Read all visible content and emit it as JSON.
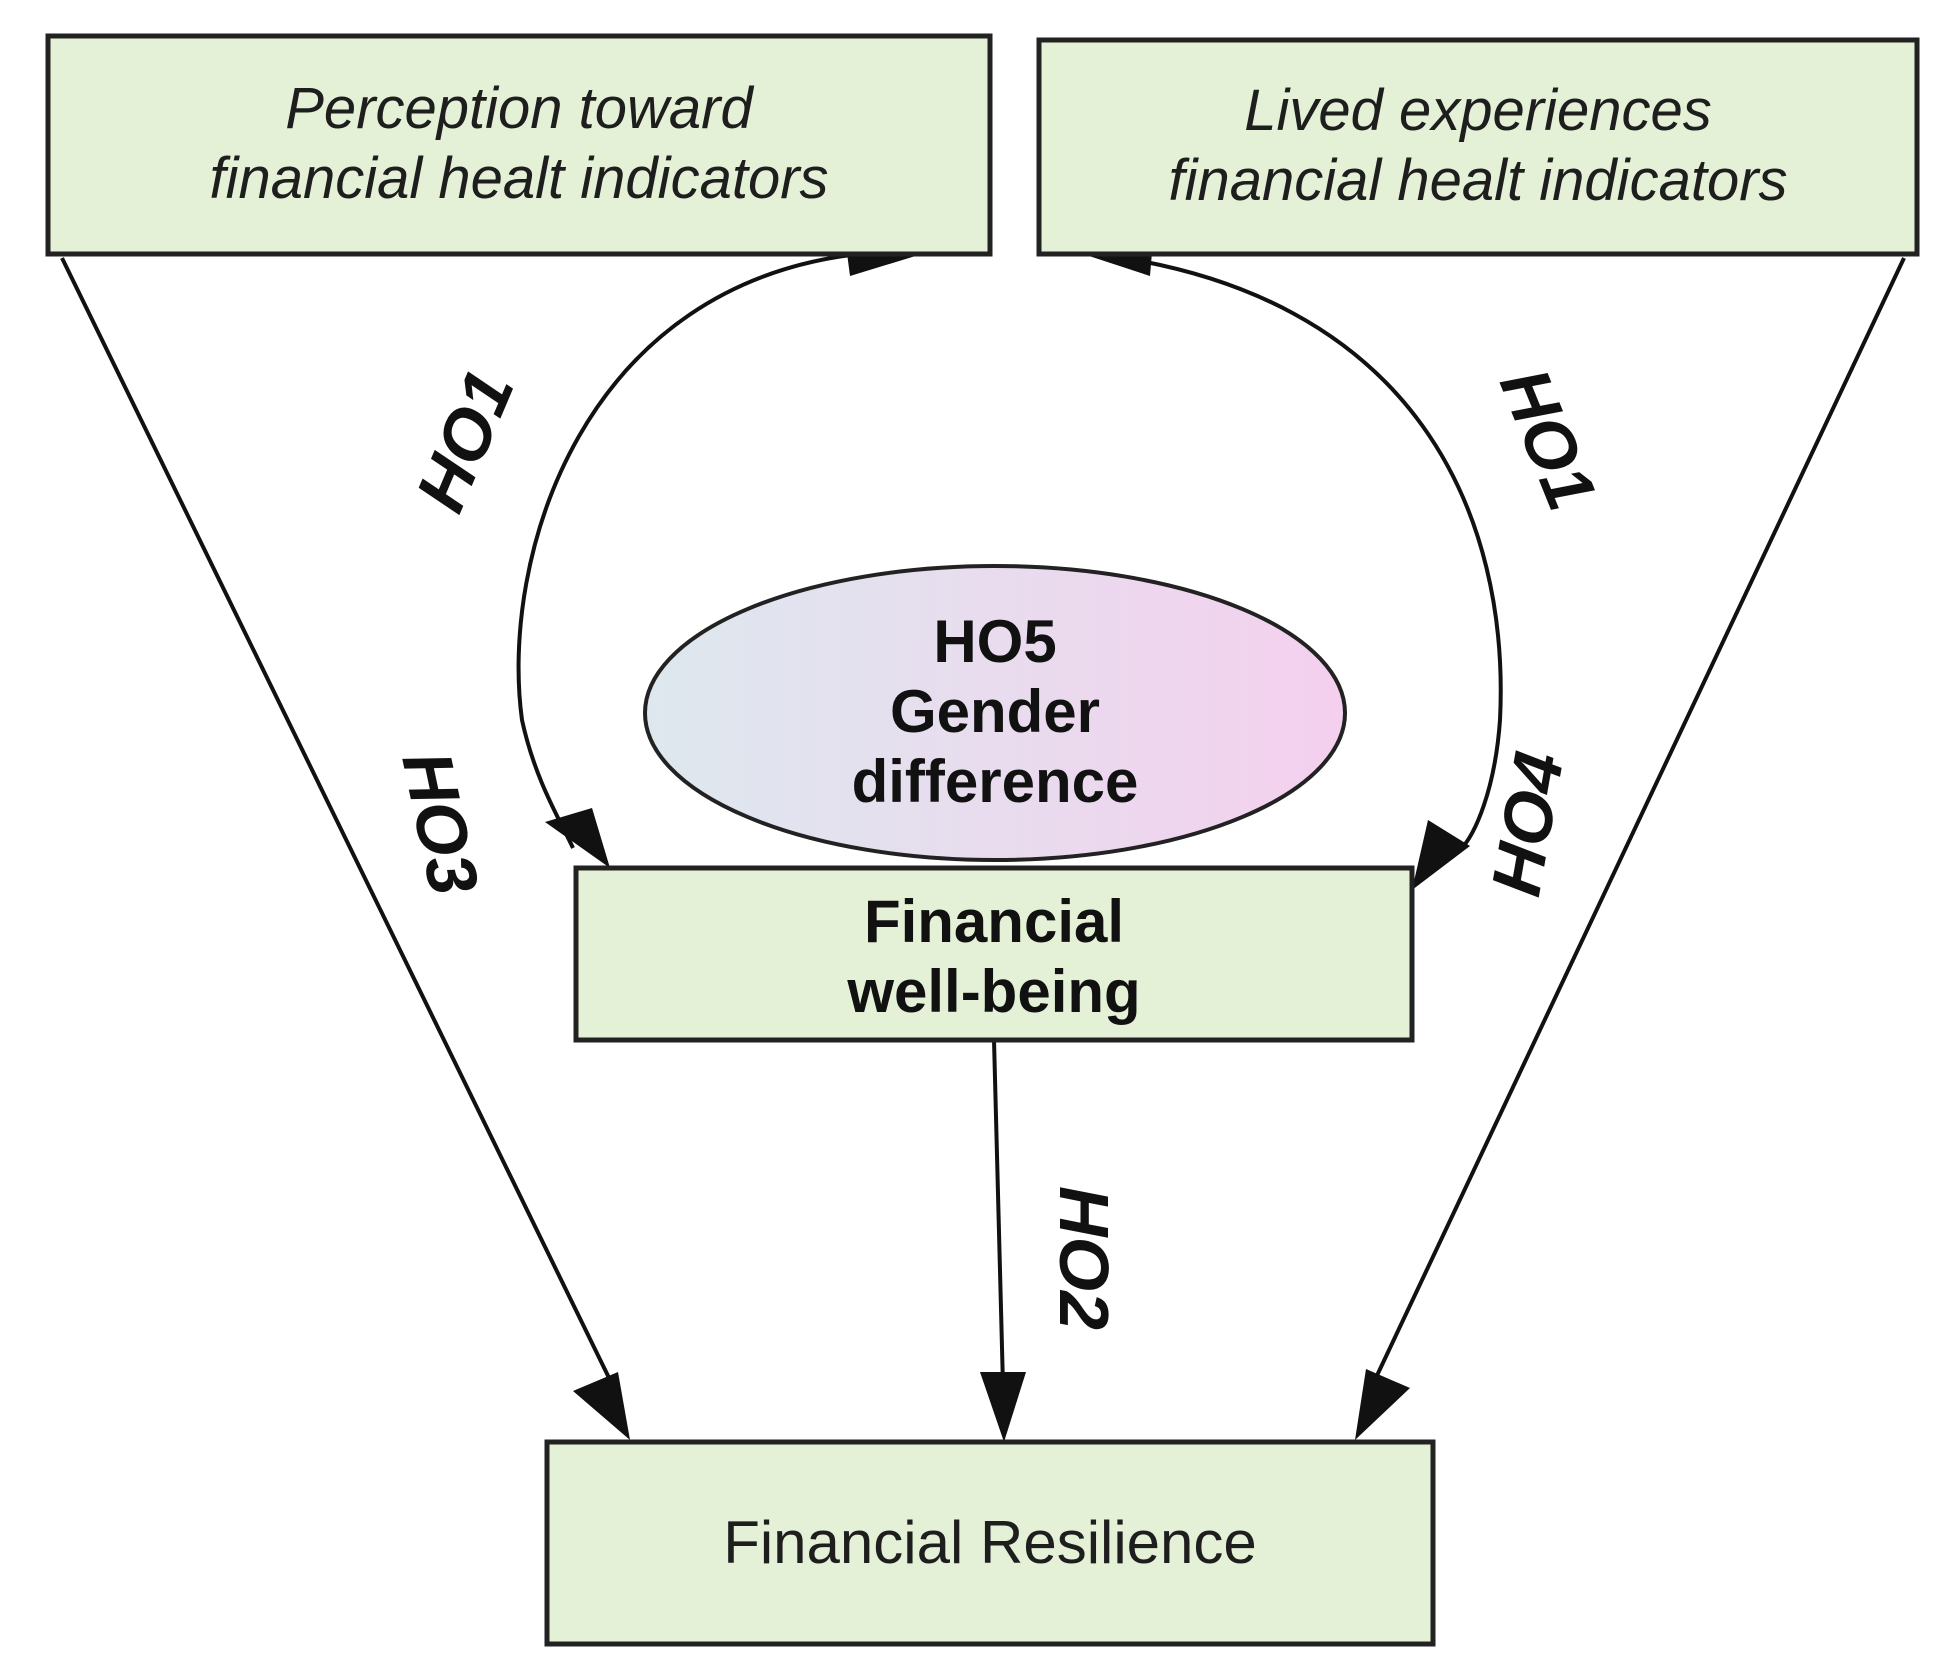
{
  "diagram": {
    "nodes": {
      "perception": {
        "line1": "Perception toward",
        "line2": "financial healt indicators"
      },
      "lived": {
        "line1": "Lived experiences",
        "line2": "financial healt indicators"
      },
      "moderator": {
        "line1": "HO5",
        "line2": "Gender",
        "line3": "difference"
      },
      "wellbeing": {
        "line1": "Financial",
        "line2": "well-being"
      },
      "resilience": {
        "label": "Financial Resilience"
      }
    },
    "edges": [
      {
        "from": "wellbeing",
        "to": "perception",
        "label": "HO1"
      },
      {
        "from": "perception",
        "to": "wellbeing",
        "label": ""
      },
      {
        "from": "wellbeing",
        "to": "lived",
        "label": "HO1"
      },
      {
        "from": "lived",
        "to": "wellbeing",
        "label": "HO4"
      },
      {
        "from": "perception",
        "to": "resilience",
        "label": "HO3"
      },
      {
        "from": "wellbeing",
        "to": "resilience",
        "label": "HO2"
      },
      {
        "from": "lived",
        "to": "resilience",
        "label": ""
      }
    ],
    "colors": {
      "box_fill": "#e4f1d7",
      "ellipse_left": "#dde8ee",
      "ellipse_right": "#f4d0ee",
      "line": "#111111"
    }
  }
}
